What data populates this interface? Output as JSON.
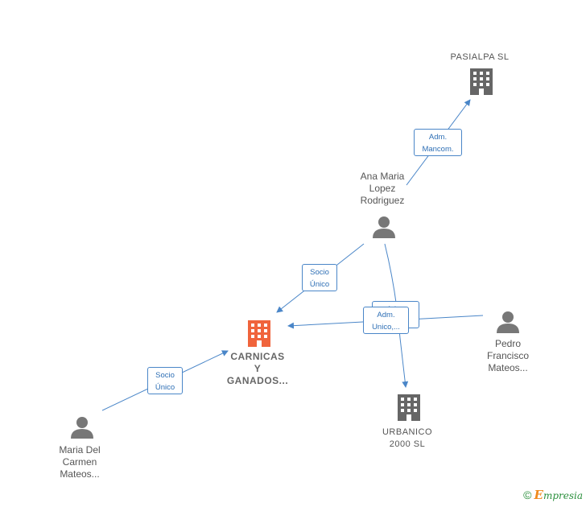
{
  "nodes": {
    "pasialpa": {
      "name": "PASIALPA  SL",
      "type": "company",
      "color": "#666666"
    },
    "ana": {
      "lines": [
        "Ana Maria",
        "Lopez",
        "Rodriguez"
      ],
      "type": "person"
    },
    "carnicas": {
      "lines": [
        "CARNICAS",
        "Y",
        "GANADOS..."
      ],
      "type": "company",
      "color": "#f0643c"
    },
    "pedro": {
      "lines": [
        "Pedro",
        "Francisco",
        "Mateos..."
      ],
      "type": "person"
    },
    "maria": {
      "lines": [
        "Maria Del",
        "Carmen",
        "Mateos..."
      ],
      "type": "person"
    },
    "urbanico": {
      "lines": [
        "URBANICO",
        "2000  SL"
      ],
      "type": "company",
      "color": "#666666"
    }
  },
  "edges": {
    "ana_pasialpa": {
      "lines": [
        "Adm.",
        "Mancom."
      ]
    },
    "ana_carnicas": {
      "lines": [
        "Socio",
        "Único"
      ]
    },
    "maria_carnicas": {
      "lines": [
        "Socio",
        "Único"
      ]
    },
    "pedro_back": {
      "lines": [
        "Adm.",
        "Unico,..."
      ]
    },
    "pedro_front": {
      "lines": [
        "Adm.",
        "Unico,..."
      ]
    }
  },
  "footer": {
    "copyright": "©",
    "brand_initial": "E",
    "brand_rest": "mpresia"
  },
  "colors": {
    "edge": "#4a86c8",
    "person": "#777777",
    "company": "#666666",
    "highlight": "#f0643c"
  }
}
